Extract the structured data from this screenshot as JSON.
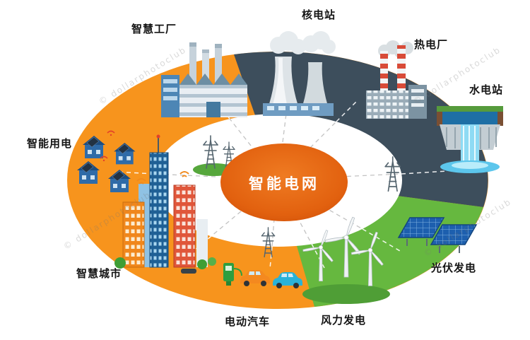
{
  "diagram": {
    "center": {
      "label": "智能电网"
    },
    "nodes": [
      {
        "id": "smart-factory",
        "label": "智慧工厂"
      },
      {
        "id": "nuclear-plant",
        "label": "核电站"
      },
      {
        "id": "thermal-plant",
        "label": "热电厂"
      },
      {
        "id": "hydro-station",
        "label": "水电站"
      },
      {
        "id": "smart-electricity",
        "label": "智能用电"
      },
      {
        "id": "smart-city",
        "label": "智慧城市"
      },
      {
        "id": "electric-vehicle",
        "label": "电动汽车"
      },
      {
        "id": "wind-power",
        "label": "风力发电"
      },
      {
        "id": "pv-power",
        "label": "光伏发电"
      }
    ],
    "colors": {
      "ring_orange": "#f7941d",
      "ring_slate": "#3d4e5c",
      "ring_green": "#66b83f",
      "inner_ring": "#ffffff",
      "center_fill": "#e2610f",
      "center_text": "#ffffff",
      "label_text": "#141414"
    },
    "watermark": "© dollarphotoclub"
  }
}
